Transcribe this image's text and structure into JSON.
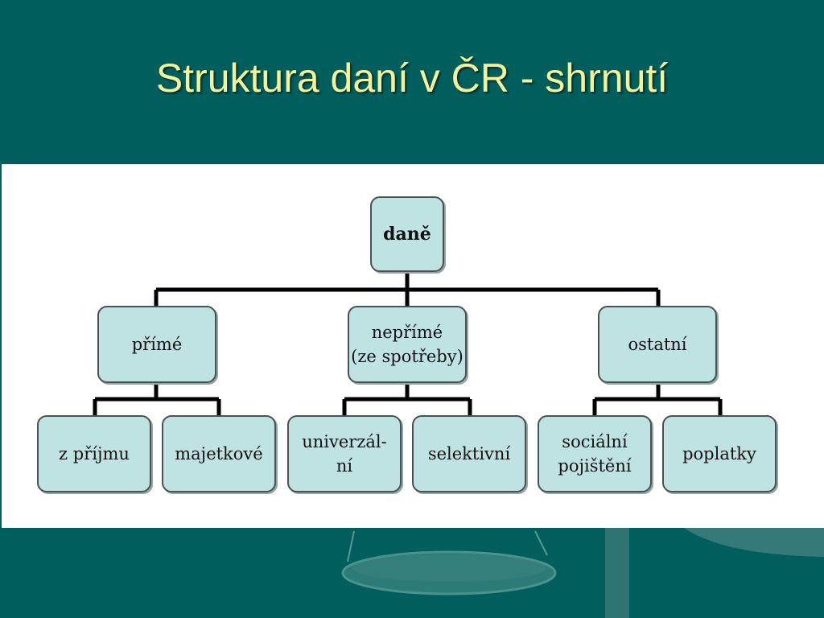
{
  "slide": {
    "title": "Struktura daní v ČR - shrnutí"
  },
  "diagram": {
    "root": "daně",
    "level1": [
      {
        "line1": "přímé",
        "line2": ""
      },
      {
        "line1": "nepřímé",
        "line2": "(ze spotřeby)"
      },
      {
        "line1": "ostatní",
        "line2": ""
      }
    ],
    "level2": [
      {
        "line1": "z příjmu",
        "line2": ""
      },
      {
        "line1": "majetkové",
        "line2": ""
      },
      {
        "line1": "univerzál-",
        "line2": "ní"
      },
      {
        "line1": "selektivní",
        "line2": ""
      },
      {
        "line1": "sociální",
        "line2": "pojištění"
      },
      {
        "line1": "poplatky",
        "line2": ""
      }
    ]
  },
  "colors": {
    "background": "#005e5c",
    "title": "#f6f29a",
    "box_fill": "#bfe3e3"
  }
}
